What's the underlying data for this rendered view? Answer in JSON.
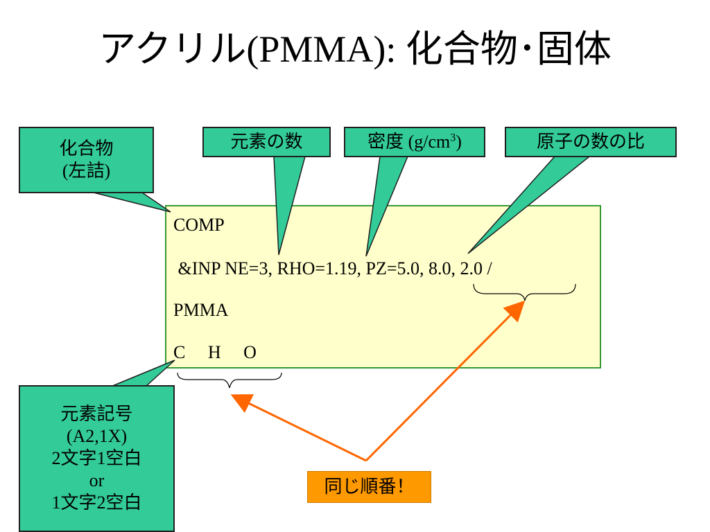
{
  "slide": {
    "title": "アクリル(PMMA): 化合物･固体"
  },
  "callouts": {
    "compound_line1": "化合物",
    "compound_line2": "(左詰)",
    "element_count": "元素の数",
    "density_label": "密度 ",
    "density_unit_base": "(g/cm",
    "density_unit_exp": "3",
    "density_unit_close": ")",
    "atom_ratio": "原子の数の比",
    "symbol_line1": "元素記号",
    "symbol_line2": "(A2,1X)",
    "symbol_line3": "2文字1空白",
    "symbol_line4": "or",
    "symbol_line5": "1文字2空白"
  },
  "code": {
    "line1": "COMP",
    "line2": " &INP NE=3, RHO=1.19, PZ=5.0, 8.0, 2.0 /",
    "line3": "PMMA",
    "line4": "C     H     O"
  },
  "note": {
    "same_order": "同じ順番！"
  },
  "colors": {
    "callout_fill": "#33cc99",
    "code_fill": "#ffffcc",
    "code_border": "#339933",
    "note_fill": "#ff9900",
    "arrow": "#ff6600"
  }
}
